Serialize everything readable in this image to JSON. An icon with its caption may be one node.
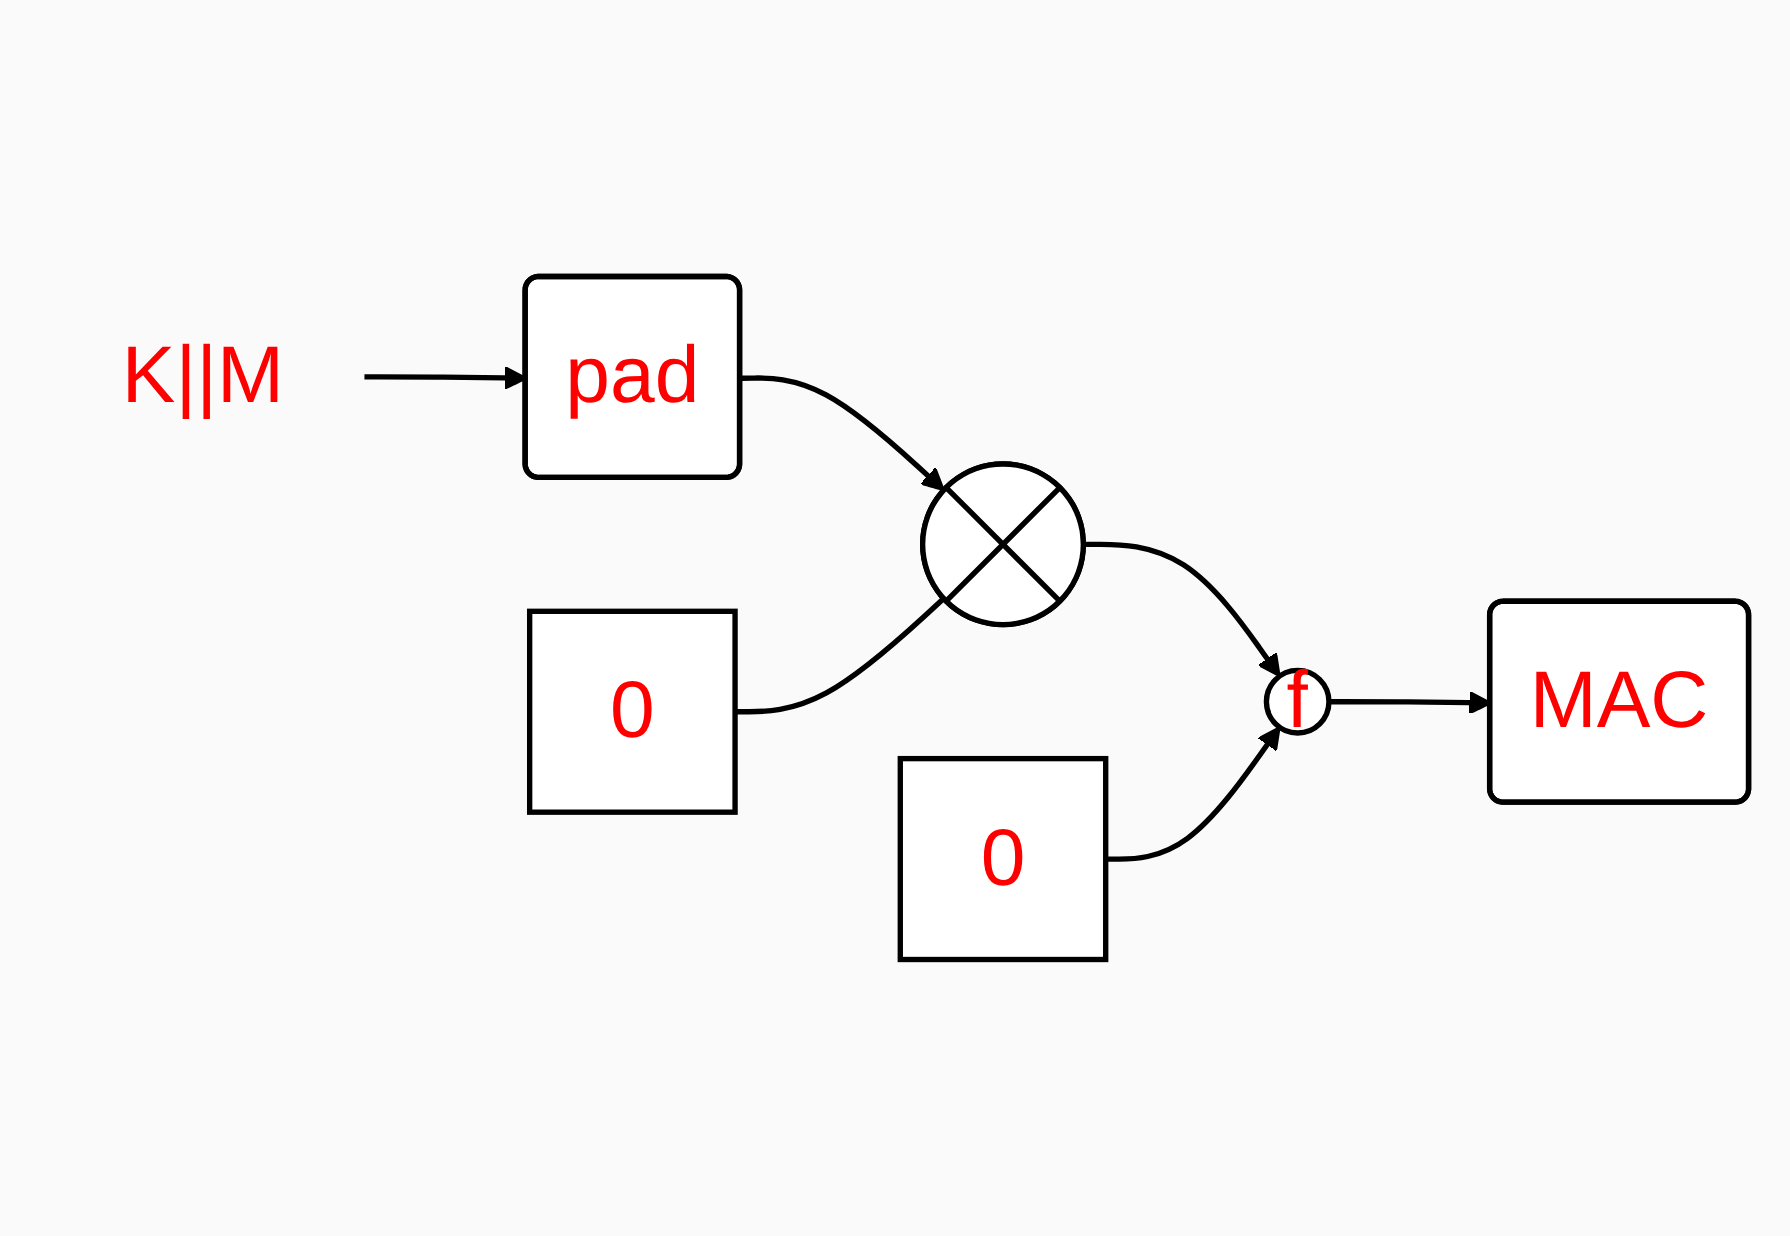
{
  "diagram": {
    "nodes": [
      {
        "text": [
          "K||M"
        ]
      },
      {
        "text": [
          "pad"
        ]
      },
      {
        "text": [
          "0"
        ]
      },
      {
        "text": [
          "0"
        ]
      },
      {
        "text": [],
        "shape": "circle"
      },
      {
        "text": [
          "f"
        ]
      },
      {
        "text": [
          "MAC"
        ]
      }
    ],
    "edges": [
      {
        "from": 0,
        "to": 1,
        "arrow": "to"
      },
      {
        "from": 1,
        "to": 4,
        "arrow": "to"
      },
      {
        "from": 2,
        "to": 4,
        "arrow": "none"
      },
      {
        "from": 4,
        "to": 5,
        "arrow": "to"
      },
      {
        "from": 3,
        "to": 5,
        "arrow": "to"
      },
      {
        "from": 5,
        "to": 6,
        "arrow": "to"
      }
    ]
  }
}
